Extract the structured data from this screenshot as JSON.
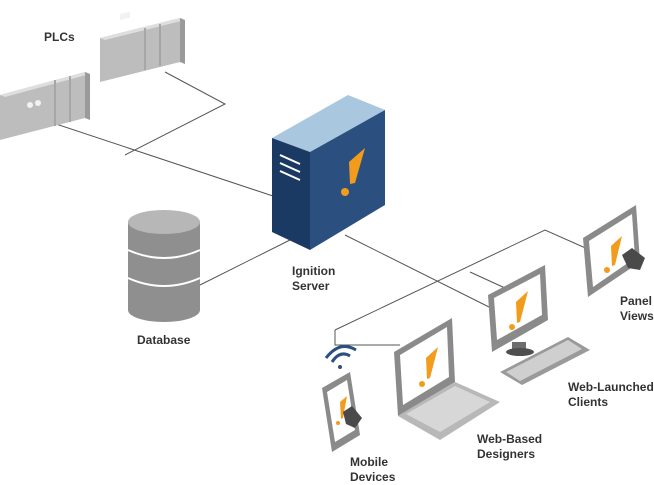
{
  "labels": {
    "plcs": "PLCs",
    "server_line1": "Ignition",
    "server_line2": "Server",
    "database": "Database",
    "panel_line1": "Panel",
    "panel_line2": "Views",
    "web_launched_line1": "Web-Launched",
    "web_launched_line2": "Clients",
    "web_based_line1": "Web-Based",
    "web_based_line2": "Designers",
    "mobile_line1": "Mobile",
    "mobile_line2": "Devices"
  },
  "colors": {
    "server_front": "#2b4f7e",
    "server_side": "#1a3a63",
    "server_top": "#a9c7df",
    "accent_orange": "#f19c1c",
    "device_gray": "#bfbfbf",
    "device_dark": "#7a7a7a",
    "database_gray": "#8f8f8f",
    "line_gray": "#555555"
  },
  "icons": {
    "server": "server-tower-icon",
    "database": "database-cylinder-icon",
    "plc": "plc-rack-icon",
    "monitor": "monitor-icon",
    "laptop": "laptop-icon",
    "keyboard": "keyboard-icon",
    "phone": "mobile-phone-icon",
    "wifi": "wifi-signal-icon",
    "hand": "touch-hand-icon",
    "logo": "ignition-exclamation-icon"
  }
}
